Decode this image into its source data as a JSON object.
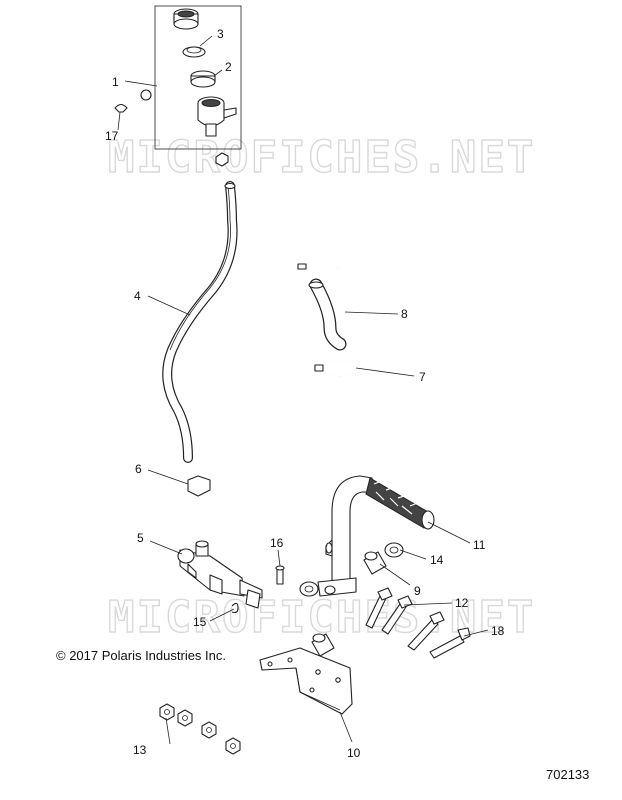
{
  "watermark": "MICROFICHES.NET",
  "copyright": "© 2017 Polaris Industries Inc.",
  "document_number": "702133",
  "callouts": {
    "c1": "1",
    "c2": "2",
    "c3": "3",
    "c4": "4",
    "c5": "5",
    "c6": "6",
    "c7": "7",
    "c8": "8",
    "c9": "9",
    "c10": "10",
    "c11": "11",
    "c12": "12",
    "c13": "13",
    "c14": "14",
    "c15": "15",
    "c16": "16",
    "c17": "17",
    "c18": "18"
  }
}
